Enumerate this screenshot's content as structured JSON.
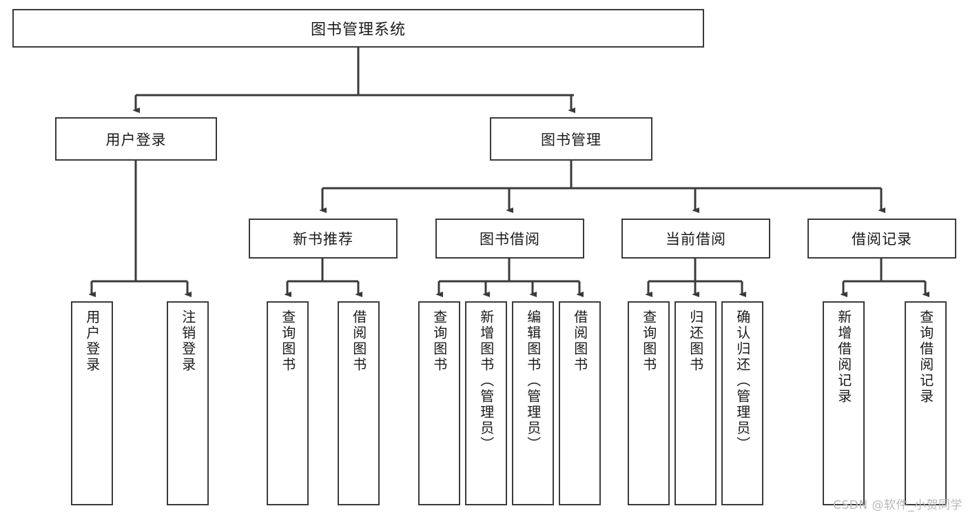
{
  "diagram": {
    "title": "图书管理系统",
    "type": "tree-hierarchy-chart",
    "colors": {
      "box_border": "#3a3a3a",
      "box_fill": "#ffffff",
      "edge": "#3a3a3a",
      "text": "#1a1a1a",
      "watermark": "#b7b7b7"
    },
    "root": {
      "id": "root",
      "label": "图书管理系统"
    },
    "level2": [
      {
        "id": "user-login",
        "label": "用户登录"
      },
      {
        "id": "book-management",
        "label": "图书管理"
      }
    ],
    "level3": [
      {
        "id": "new-book-recommend",
        "label": "新书推荐"
      },
      {
        "id": "book-borrow",
        "label": "图书借阅"
      },
      {
        "id": "current-borrow",
        "label": "当前借阅"
      },
      {
        "id": "borrow-record",
        "label": "借阅记录"
      }
    ],
    "leaves": {
      "user_login": [
        {
          "id": "leaf-user-login",
          "label": "用户登录"
        },
        {
          "id": "leaf-logout-login",
          "label": "注销登录"
        }
      ],
      "new_book_recommend": [
        {
          "id": "leaf-query-book-1",
          "label": "查询图书"
        },
        {
          "id": "leaf-borrow-book-1",
          "label": "借阅图书"
        }
      ],
      "book_borrow": [
        {
          "id": "leaf-query-book-2",
          "label": "查询图书"
        },
        {
          "id": "leaf-add-book",
          "label": "新增图书（管理员）"
        },
        {
          "id": "leaf-edit-book",
          "label": "编辑图书（管理员）"
        },
        {
          "id": "leaf-borrow-book-2",
          "label": "借阅图书"
        }
      ],
      "current_borrow": [
        {
          "id": "leaf-query-book-3",
          "label": "查询图书"
        },
        {
          "id": "leaf-return-book",
          "label": "归还图书"
        },
        {
          "id": "leaf-confirm-return",
          "label": "确认归还（管理员）"
        }
      ],
      "borrow_record": [
        {
          "id": "leaf-add-record",
          "label": "新增借阅记录"
        },
        {
          "id": "leaf-query-record",
          "label": "查询借阅记录"
        }
      ]
    },
    "watermark": "CSDN @软件_小贺同学"
  }
}
